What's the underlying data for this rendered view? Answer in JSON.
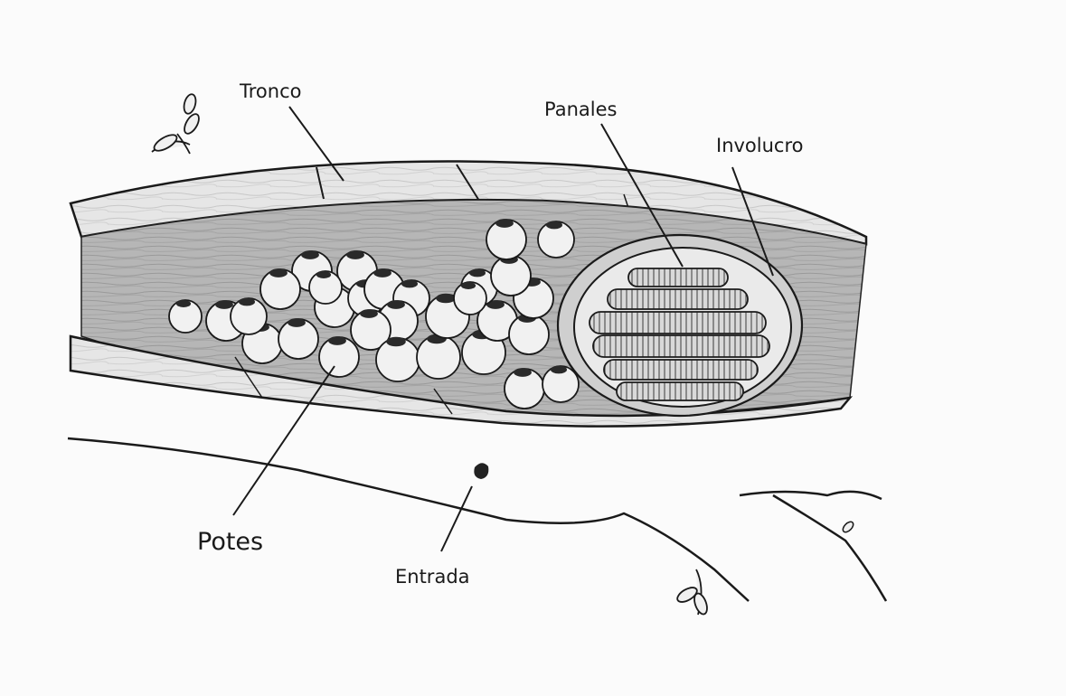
{
  "labels": {
    "tronco": "Tronco",
    "panales": "Panales",
    "involucro": "Involucro",
    "potes": "Potes",
    "entrada": "Entrada"
  },
  "icons": [
    "leaf-sprout-icon"
  ],
  "colors": {
    "background": "#fbfbfb",
    "ink": "#1a1a1a",
    "wood_light": "#e4e4e4",
    "wood_dark": "#bdbdbd",
    "cavity": "#b4b4b4",
    "pot_fill": "#f1f1f1"
  }
}
